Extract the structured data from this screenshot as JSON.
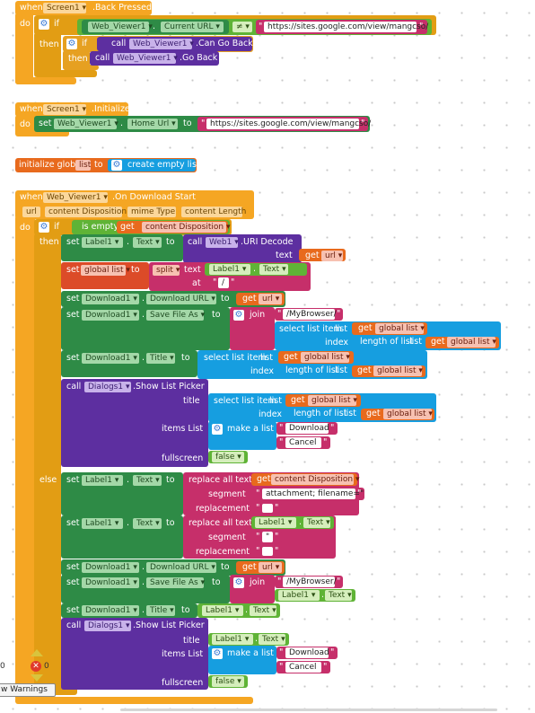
{
  "labels": {
    "when": "when",
    "do": "do",
    "if": "if",
    "then": "then",
    "else": "else",
    "call": "call",
    "set": "set",
    "to": "to",
    "get": "get",
    "is_empty": "is empty",
    "join": "join",
    "text": "text",
    "at": "at",
    "index": "index",
    "list": "list",
    "title": "title",
    "items_list": "items List",
    "fullscreen": "fullscreen",
    "segment": "segment",
    "replacement": "replacement",
    "dot": ".",
    "neq": "≠",
    "quote": "\"",
    "dropdown": "▾"
  },
  "components": {
    "screen1": "Screen1",
    "web_viewer1": "Web_Viewer1",
    "label1": "Label1",
    "web1": "Web1",
    "download1": "Download1",
    "dialogs1": "Dialogs1"
  },
  "events": {
    "back_pressed": ".Back Pressed",
    "initialize": ".Initialize",
    "on_download_start": ".On Download Start"
  },
  "params": {
    "url": "url",
    "content_disposition": "content Disposition",
    "mime_type": "mime Type",
    "content_length": "content Length"
  },
  "props": {
    "current_url": "Current URL",
    "home_url": "Home Url",
    "text": "Text",
    "download_url": "Download URL",
    "save_file_as": "Save File As",
    "title": "Title"
  },
  "methods": {
    "can_go_back": ".Can Go Back",
    "go_back": ".Go Back",
    "uri_decode": ".URI Decode",
    "show_list_picker": ".Show List Picker"
  },
  "globals": {
    "initialize_global": "initialize global",
    "list_name": "list",
    "global_list": "global list",
    "create_empty_list": "create empty list"
  },
  "builtins": {
    "split": "split",
    "select_list_item": "select list item",
    "length_of_list": "length of list",
    "make_a_list": "make a list",
    "replace_all_text": "replace all text",
    "get": "get"
  },
  "strings": {
    "site_url": "https://sites.google.com/view/mangcso/",
    "slash": "/",
    "my_browser": "/MyBrowser/",
    "download": "Download",
    "cancel": "Cancel",
    "attachment_filename": "attachment; filename=\"",
    "quote_char": "\"",
    "empty": "",
    "false_val": "false"
  },
  "statusbar": {
    "zero_left": "0",
    "error_count": "0",
    "warnings_label": "w Warnings"
  },
  "colors": {
    "event": "#f5a623",
    "control": "#e29d14",
    "component_set": "#2e8b46",
    "component_call": "#5d2fa0",
    "text": "#c62f6a",
    "list": "#169ee0",
    "variable": "#e86a1d",
    "logic": "#5fb336"
  }
}
